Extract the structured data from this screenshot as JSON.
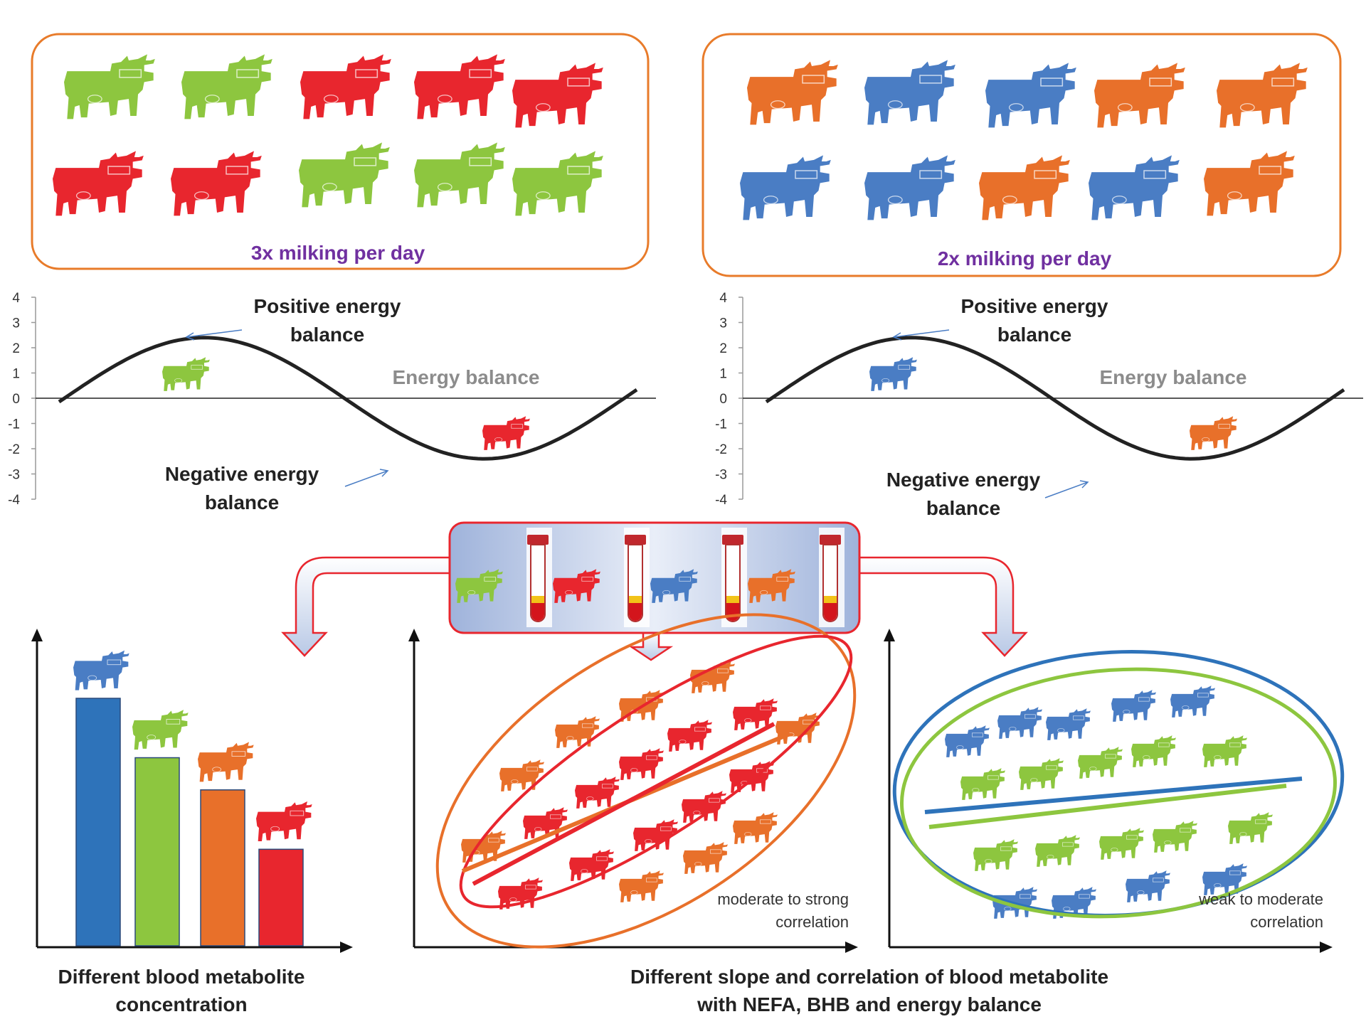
{
  "colors": {
    "green": "#8dc63f",
    "red": "#e8262e",
    "orange": "#e8702a",
    "blue": "#4a7dc4",
    "bar_blue": "#2e73ba",
    "bar_green": "#8dc63f",
    "bar_orange": "#e8702a",
    "bar_red": "#e8262e",
    "panel_border": "#e87b2a",
    "panel_label": "#7030a0",
    "curve": "#222222",
    "grey_label": "#8c8c8c"
  },
  "panels": {
    "left": {
      "label": "3x milking per day",
      "cows": [
        "green",
        "green",
        "red",
        "red",
        "red",
        "red",
        "red",
        "green",
        "green",
        "green"
      ]
    },
    "right": {
      "label": "2x milking per day",
      "cows": [
        "orange",
        "blue",
        "blue",
        "orange",
        "orange",
        "blue",
        "blue",
        "orange",
        "blue",
        "orange"
      ]
    }
  },
  "energy_plots": {
    "y_ticks": [
      "4",
      "3",
      "2",
      "1",
      "0",
      "-1",
      "-2",
      "-3",
      "-4"
    ],
    "positive_label_line1": "Positive energy",
    "positive_label_line2": "balance",
    "negative_label_line1": "Negative energy",
    "negative_label_line2": "balance",
    "series_label": "Energy balance",
    "left": {
      "positive_cow": "green",
      "negative_cow": "red"
    },
    "right": {
      "positive_cow": "blue",
      "negative_cow": "orange"
    }
  },
  "sampling": {
    "cows": [
      "green",
      "red",
      "blue",
      "orange"
    ],
    "tube_cap_color": "#c0272d"
  },
  "bar_chart": {
    "values": [
      10,
      7.6,
      6.3,
      3.9
    ],
    "bar_colors": [
      "#2e73ba",
      "#8dc63f",
      "#e8702a",
      "#e8262e"
    ],
    "cows": [
      "blue",
      "green",
      "orange",
      "red"
    ],
    "caption_line1": "Different blood metabolite",
    "caption_line2": "concentration"
  },
  "scatter_left": {
    "annotation_line1": "moderate to strong",
    "annotation_line2": "correlation"
  },
  "scatter_right": {
    "annotation_line1": "weak to moderate",
    "annotation_line2": "correlation"
  },
  "bottom_caption": {
    "line1": "Different  slope and correlation of blood metabolite",
    "line2": "with NEFA, BHB and energy balance"
  },
  "icons": {
    "cow": "cow-icon",
    "tube": "blood-tube-icon"
  }
}
